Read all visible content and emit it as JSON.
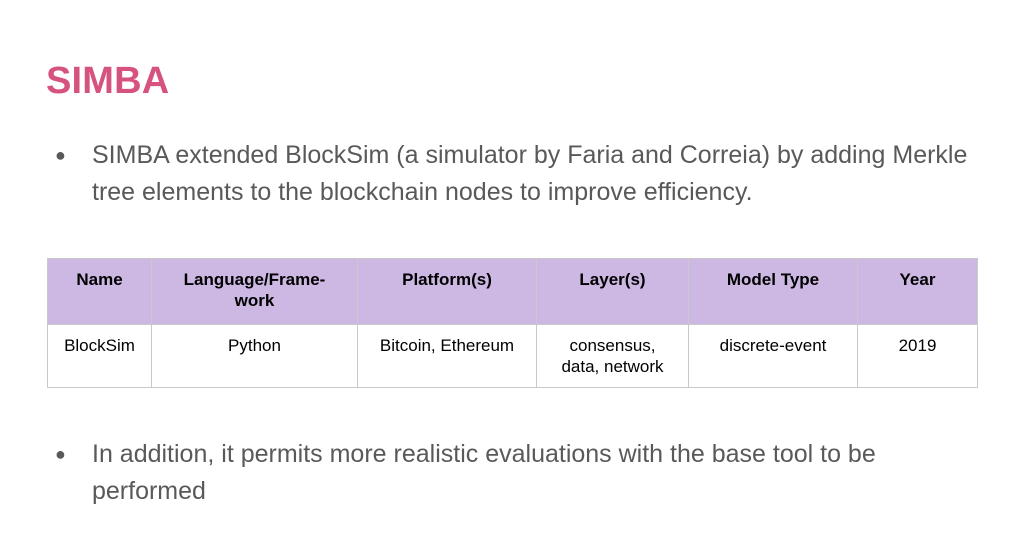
{
  "slide": {
    "title": "SIMBA",
    "bullets": [
      "SIMBA extended BlockSim (a simulator by Faria and Correia) by adding Merkle tree elements to the blockchain nodes to improve efficiency.",
      "In addition, it permits more realistic evaluations with the base tool to be performed"
    ],
    "bullet_glyph": "●"
  },
  "table": {
    "headers": [
      "Name",
      "Language/Frame-work",
      "Platform(s)",
      "Layer(s)",
      "Model Type",
      "Year"
    ],
    "rows": [
      [
        "BlockSim",
        "Python",
        "Bitcoin, Ethereum",
        "consensus, data, network",
        "discrete-event",
        "2019"
      ]
    ]
  },
  "colors": {
    "title": "#d6527f",
    "body_text": "#595959",
    "header_bg": "#cdb8e3",
    "grid": "#c9c9c9"
  }
}
